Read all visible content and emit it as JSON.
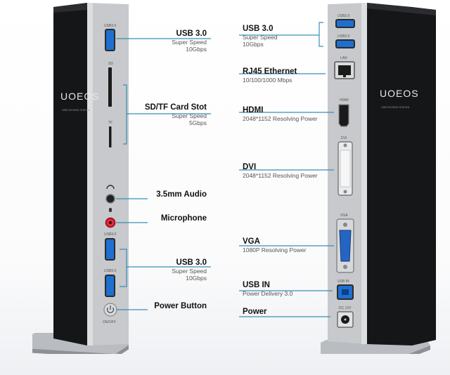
{
  "brand": {
    "name": "UOEOS",
    "tagline": "USB DOCKING STATION"
  },
  "colors": {
    "line": "#3a8fb7",
    "label_text": "#111111",
    "sub_text": "#555555",
    "usb_blue": "#1e6fd0",
    "mic_red": "#e0283c",
    "vga_blue": "#2465c4"
  },
  "left_labels": [
    {
      "title": "USB 3.0",
      "sub": [
        "Super Speed",
        "10Gbps"
      ]
    },
    {
      "title": "SD/TF Card Stot",
      "sub": [
        "Super Speed",
        "5Gbps"
      ]
    },
    {
      "title": "3.5mm Audio",
      "sub": []
    },
    {
      "title": "Microphone",
      "sub": []
    },
    {
      "title": "USB 3.0",
      "sub": [
        "Super Speed",
        "10Gbps"
      ]
    },
    {
      "title": "Power Button",
      "sub": []
    }
  ],
  "right_labels": [
    {
      "title": "USB 3.0",
      "sub": [
        "Super Speed",
        "10Gbps"
      ]
    },
    {
      "title": "RJ45 Ethernet",
      "sub": [
        "10/100/1000 Mbps"
      ]
    },
    {
      "title": "HDMI",
      "sub": [
        "2048*1152 Resolving Power"
      ]
    },
    {
      "title": "DVI",
      "sub": [
        "2048*1152 Resolving Power"
      ]
    },
    {
      "title": "VGA",
      "sub": [
        "1080P Resolving Power"
      ]
    },
    {
      "title": "USB IN",
      "sub": [
        "Power Delivery 3.0"
      ]
    },
    {
      "title": "Power",
      "sub": []
    }
  ],
  "front_port_labels": {
    "usb_top": "USB3.0",
    "sd": "SD",
    "tf": "TF",
    "usb_a": "USB3.0",
    "usb_b": "USB3.0",
    "onoff": "ON/OFF"
  },
  "back_port_labels": {
    "usb_a": "USB3.0",
    "usb_b": "USB3.0",
    "lan": "LAN",
    "hdmi": "HDMI",
    "dvi": "DVI",
    "vga": "VGA",
    "usb_in": "USB IN",
    "dc": "DC 12V"
  }
}
